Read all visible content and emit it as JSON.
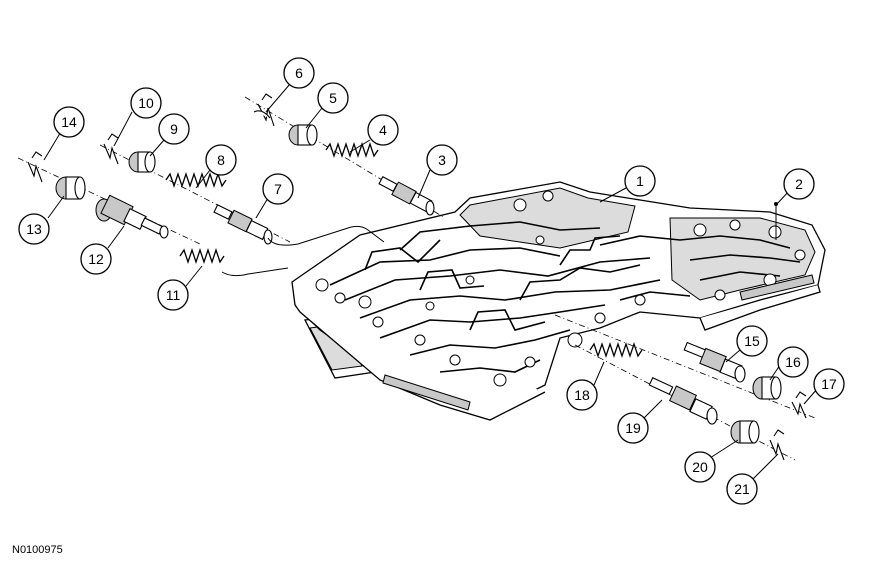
{
  "figure_code": "N0100975",
  "callouts": [
    {
      "label": "1"
    },
    {
      "label": "2"
    },
    {
      "label": "3"
    },
    {
      "label": "4"
    },
    {
      "label": "5"
    },
    {
      "label": "6"
    },
    {
      "label": "7"
    },
    {
      "label": "8"
    },
    {
      "label": "9"
    },
    {
      "label": "10"
    },
    {
      "label": "11"
    },
    {
      "label": "12"
    },
    {
      "label": "13"
    },
    {
      "label": "14"
    },
    {
      "label": "15"
    },
    {
      "label": "16"
    },
    {
      "label": "17"
    },
    {
      "label": "18"
    },
    {
      "label": "19"
    },
    {
      "label": "20"
    },
    {
      "label": "21"
    }
  ]
}
